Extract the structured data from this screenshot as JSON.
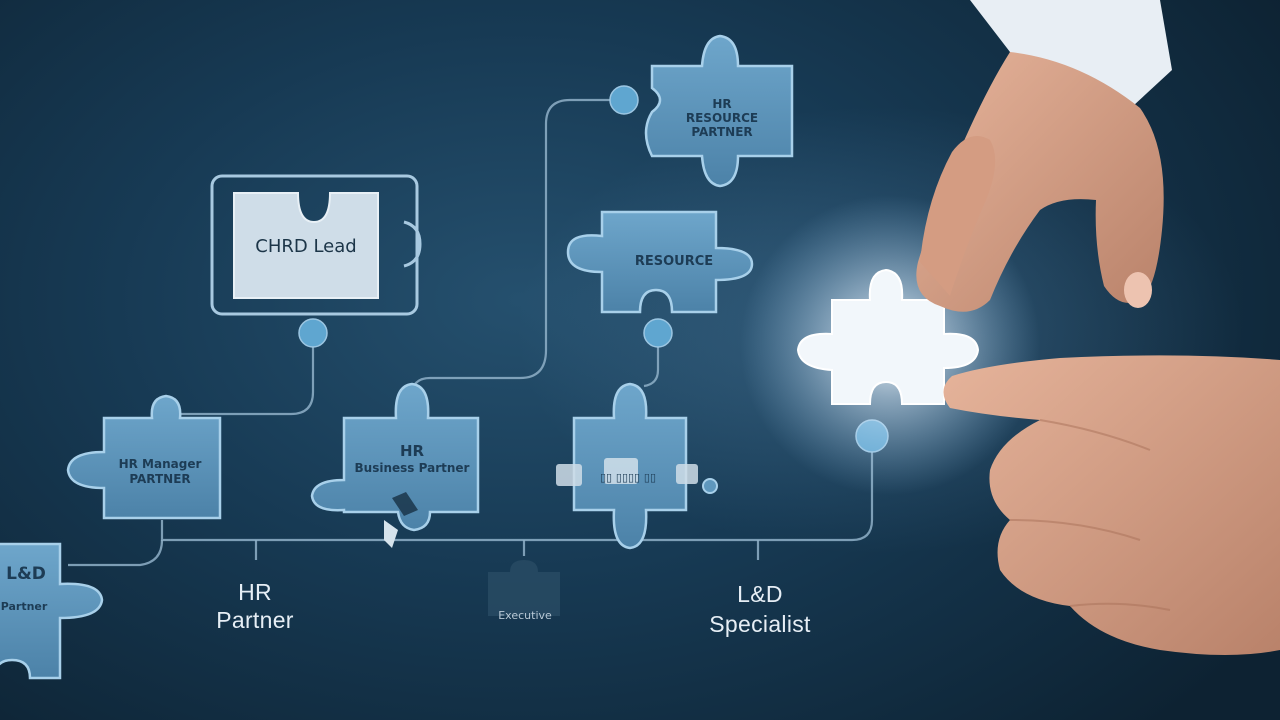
{
  "scene": {
    "colors": {
      "background": "#173a54",
      "puzzle_piece": "#5e97bd",
      "puzzle_outline": "#a8c9e0",
      "connector_line": "#8fb0c8",
      "node_dot": "#5fa6d0",
      "glow_piece": "#f2f7fb",
      "skin": "#d9a48a",
      "sleeve": "#e8eef4"
    }
  },
  "pieces": {
    "top": "HR\nRESOURCE\nPARTNER",
    "center": "RESOURCE",
    "left_box": "CHRD Lead",
    "hr_manager": "HR Manager\nPARTNER",
    "hr_business": "HR\nBusiness Partner",
    "data_piece": "▯▯ ▯▯▯▯ ▯▯",
    "bottom_left": "L&D\nPartner"
  },
  "labels": {
    "hr_partner_1": "HR",
    "hr_partner_2": "Partner",
    "executive": "Executive",
    "lnd_1": "L&D",
    "lnd_2": "Specialist"
  }
}
